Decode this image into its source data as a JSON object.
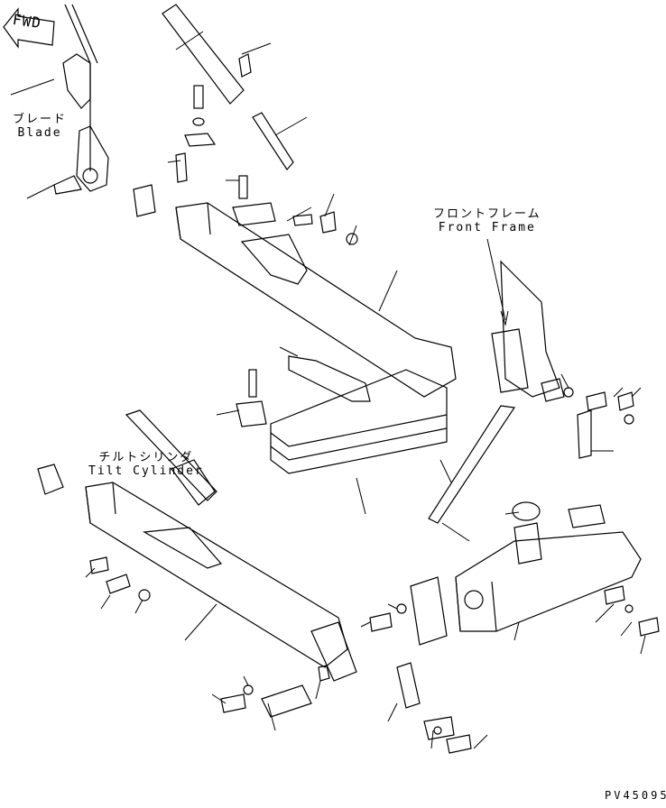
{
  "fwd_label": "FWD",
  "labels": {
    "blade": {
      "jp": "ブレード",
      "en": "Blade"
    },
    "tilt_cylinder": {
      "jp": "チルトシリンダ",
      "en": "Tilt Cylinder"
    },
    "front_frame": {
      "jp": "フロントフレーム",
      "en": "Front Frame"
    }
  },
  "drawing_code": "PV45095"
}
